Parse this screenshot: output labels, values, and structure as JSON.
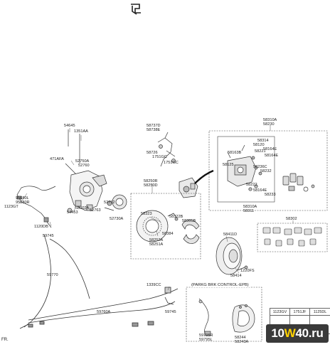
{
  "labels": {
    "l54645": "54645",
    "l1351AA": "1351AA",
    "l471AFA": "471AFA",
    "l52750A": "52750A",
    "l52760": "52760",
    "l95680L": "95680L",
    "l95680R": "95680R",
    "l1123GT": "1123GT",
    "l58002A": "58002A",
    "l54453": "54453",
    "l52763": "52763",
    "l1120DB": "1120DB",
    "l59745a": "59745",
    "l52752": "52752",
    "l52730A": "52730A",
    "l58737D": "58737D",
    "l58738E": "58738E",
    "l58726": "58726",
    "l1751GC": "1751GC",
    "l1751GCb": "1751GC",
    "l58250R": "58250R",
    "l58250D": "58250D",
    "l58323": "58323",
    "l58322B": "58322B",
    "l58305B": "58305B",
    "l58384": "58384",
    "l58252A": "58252A",
    "l58251A": "58251A",
    "l58310A": "58310A",
    "l58230": "58230",
    "l58314": "58314",
    "l58120": "58120",
    "l58164E": "58164E",
    "l58163B": "58163B",
    "l58221": "58221",
    "l58164Eb": "58164E",
    "l58125": "58125",
    "l58236C": "58236C",
    "l58232": "58232",
    "l58222": "58222",
    "l58164E2": "58164E",
    "l58233": "58233",
    "l58310Ab": "58310A",
    "l58311": "58311",
    "l58302": "58302",
    "l58411D": "58411D",
    "l58414": "58414",
    "l1220FS": "1220FS",
    "l59770": "59770",
    "l1339CC": "1339CC",
    "l59760A": "59760A",
    "l59745b": "59745",
    "l59795R": "59795R",
    "l59795L": "59795L",
    "l58244": "58244",
    "l58243A": "58243A"
  },
  "frames": {
    "epb_title": "(PARKG BRK CONTROL-EPB)"
  },
  "legend": {
    "codes": [
      "1123GV",
      "1751JF",
      "1125DL"
    ]
  },
  "watermark": {
    "prefix": "10",
    "accent": "W",
    "suffix": "40.ru"
  },
  "fr_label": "FR."
}
